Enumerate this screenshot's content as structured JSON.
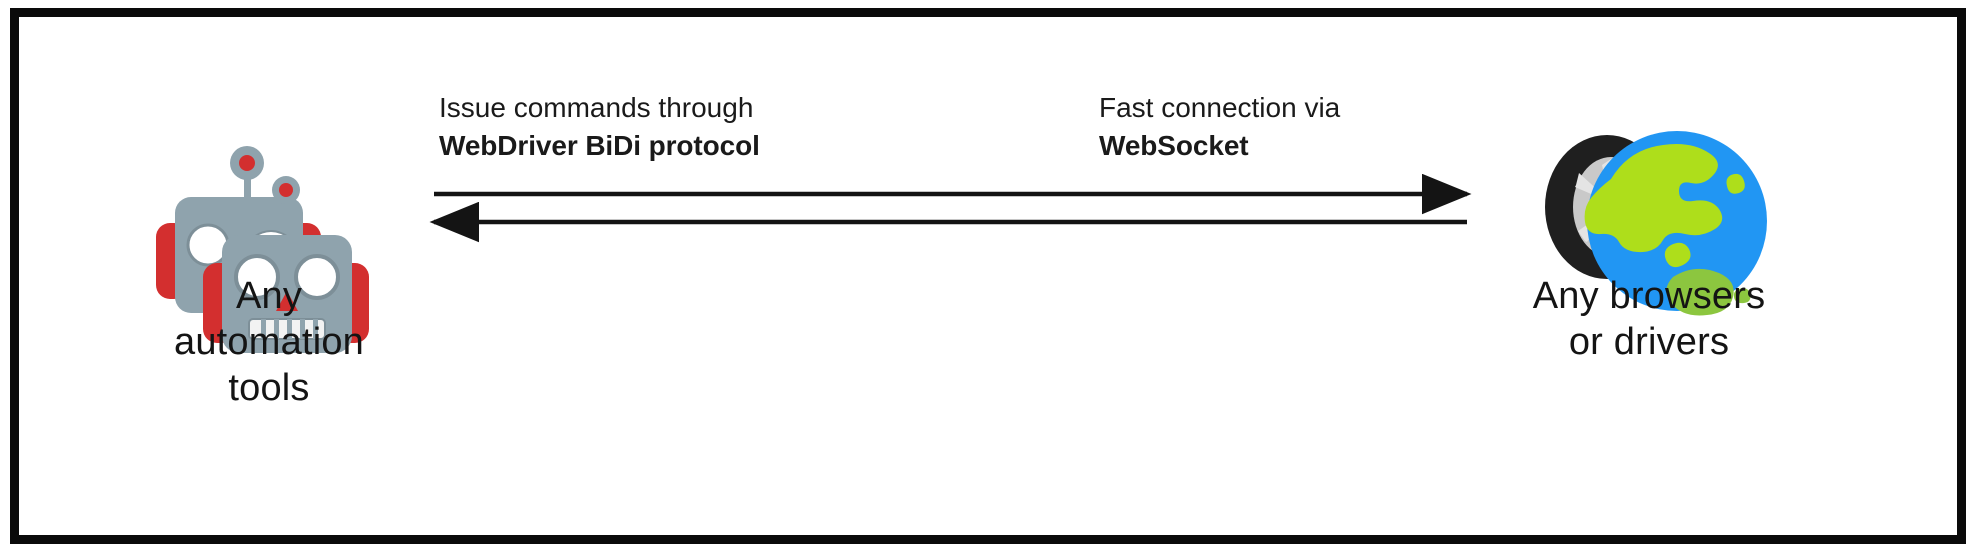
{
  "diagram": {
    "type": "flow",
    "title": "WebDriver BiDi communication overview",
    "background_color": "#ffffff",
    "border_color": "#0a0a0a",
    "text_color": "#141414",
    "nodes": [
      {
        "id": "automation-tools",
        "caption": "Any\nautomation\ntools",
        "icon": "robot-icon",
        "icon_colors": {
          "body": "#8fa3ad",
          "accent": "#d32f2f",
          "eye": "#ffffff",
          "outline": "#6f8088"
        },
        "position": "left"
      },
      {
        "id": "browsers-drivers",
        "caption": "Any browsers\nor drivers",
        "icon": "globe-and-tire-icon",
        "icon_colors": {
          "ocean": "#2196f3",
          "land": "#aede1b",
          "tire": "#1f1f1f",
          "rim": "#bfbfbf"
        },
        "position": "right"
      }
    ],
    "edges": [
      {
        "id": "commands",
        "direction": "left-to-right",
        "label_line1": "Issue commands through",
        "label_line2": "WebDriver BiDi protocol",
        "label_line2_bold": true
      },
      {
        "id": "connection",
        "direction": "right-to-left",
        "label_line1": "Fast connection via",
        "label_line2": "WebSocket",
        "label_line2_bold": true
      }
    ]
  }
}
